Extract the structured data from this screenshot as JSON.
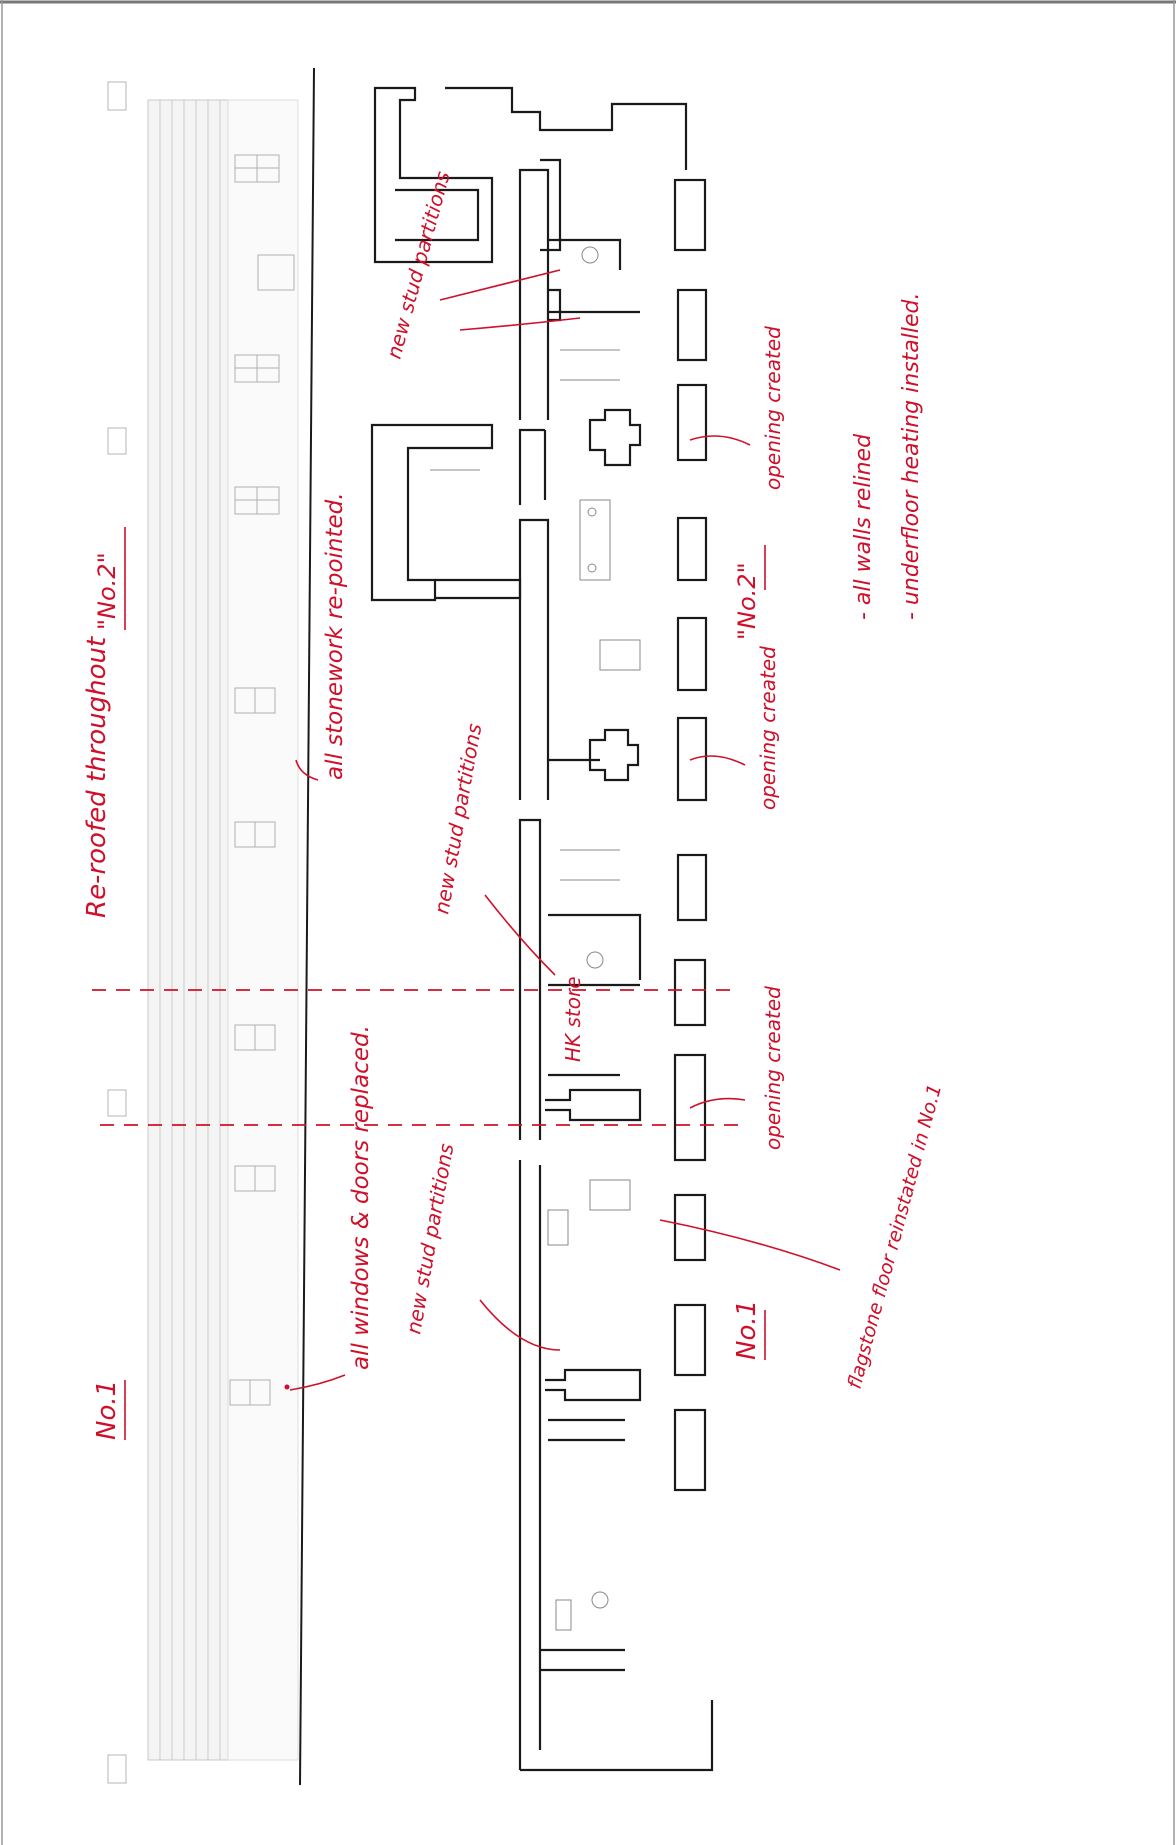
{
  "annotations": {
    "reroofed": "Re-roofed throughout",
    "no2_elev": "\"No.2\"",
    "no1_elev": "No.1",
    "windows_doors": "all windows & doors replaced.",
    "stonework": "all stonework re-pointed.",
    "new_stud_1": "new stud partitions",
    "new_stud_2": "new stud partitions",
    "new_stud_3": "new stud partitions",
    "opening_1": "opening created",
    "opening_2": "opening created",
    "opening_3": "opening created",
    "no2_plan": "\"No.2\"",
    "no1_plan": "No.1",
    "hk_store": "HK store",
    "flagstone": "flagstone floor reinstated in No.1",
    "walls_relined": "- all walls relined",
    "underfloor": "- underfloor heating installed."
  },
  "colors": {
    "ink": "#1a1a1a",
    "annotation": "#d0102a",
    "paper": "#ffffff"
  }
}
